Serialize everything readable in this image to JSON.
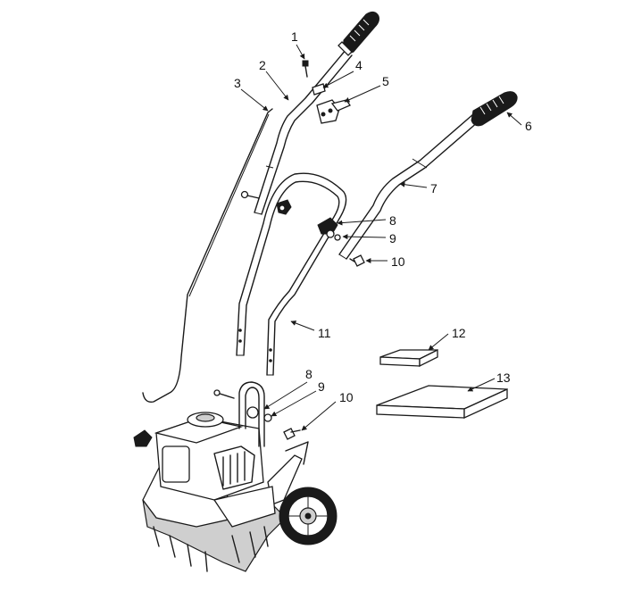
{
  "callouts": [
    {
      "id": "1",
      "label": "1"
    },
    {
      "id": "2",
      "label": "2"
    },
    {
      "id": "3",
      "label": "3"
    },
    {
      "id": "4",
      "label": "4"
    },
    {
      "id": "5",
      "label": "5"
    },
    {
      "id": "6",
      "label": "6"
    },
    {
      "id": "7",
      "label": "7"
    },
    {
      "id": "8a",
      "label": "8"
    },
    {
      "id": "9a",
      "label": "9"
    },
    {
      "id": "10a",
      "label": "10"
    },
    {
      "id": "11",
      "label": "11"
    },
    {
      "id": "12",
      "label": "12"
    },
    {
      "id": "13",
      "label": "13"
    },
    {
      "id": "8b",
      "label": "8"
    },
    {
      "id": "9b",
      "label": "9"
    },
    {
      "id": "10b",
      "label": "10"
    }
  ]
}
